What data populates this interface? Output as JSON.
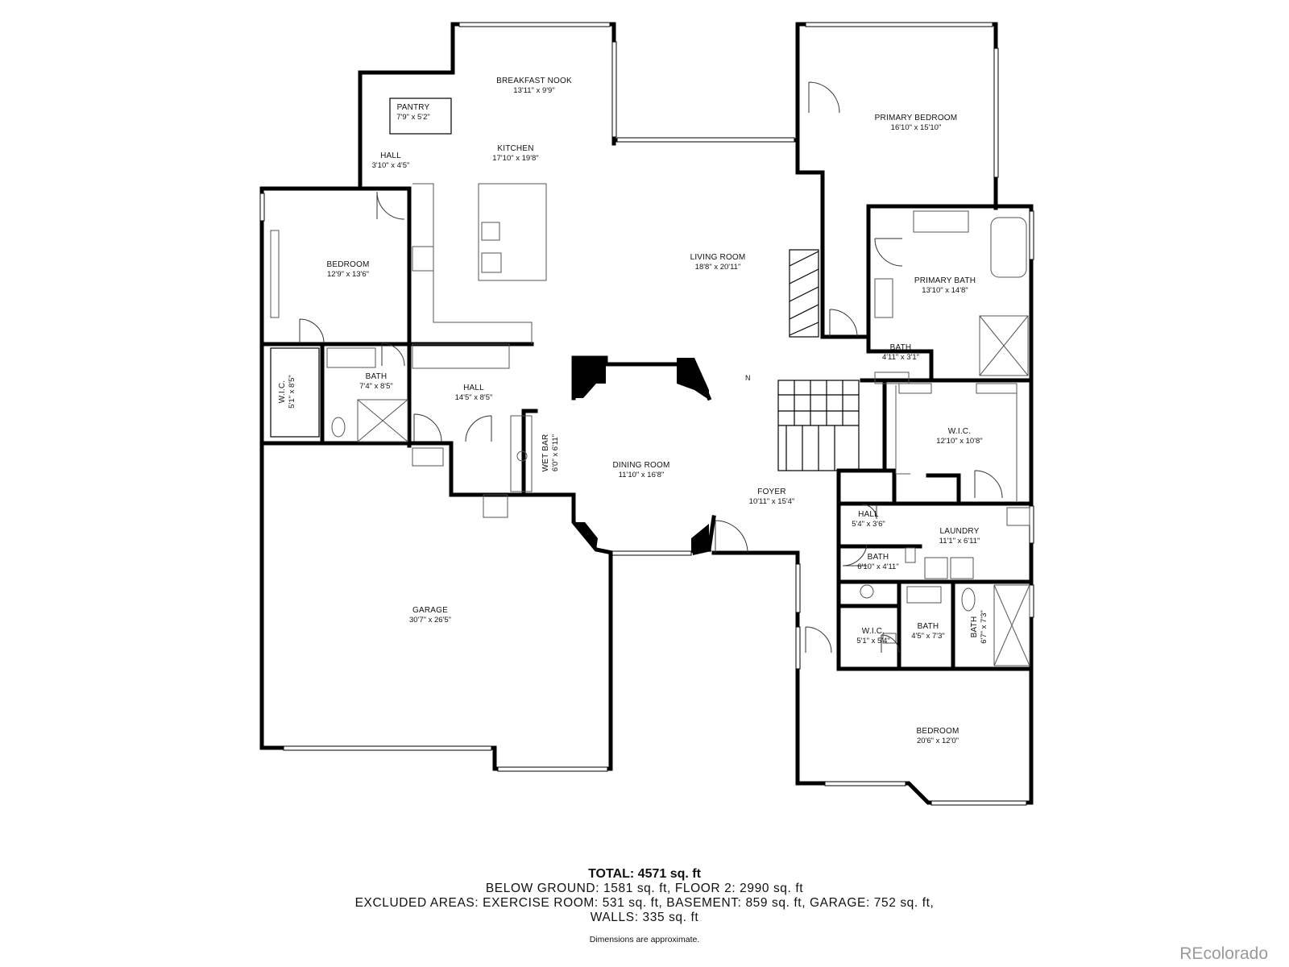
{
  "rooms": {
    "breakfast_nook": {
      "name": "BREAKFAST NOOK",
      "dims": "13'11\" x 9'9\""
    },
    "pantry": {
      "name": "PANTRY",
      "dims": "7'9\" x 5'2\""
    },
    "hall_upper": {
      "name": "HALL",
      "dims": "3'10\" x 4'5\""
    },
    "kitchen": {
      "name": "KITCHEN",
      "dims": "17'10\" x 19'8\""
    },
    "primary_bedroom": {
      "name": "PRIMARY BEDROOM",
      "dims": "16'10\" x 15'10\""
    },
    "bedroom_left": {
      "name": "BEDROOM",
      "dims": "12'9\" x 13'6\""
    },
    "living_room": {
      "name": "LIVING ROOM",
      "dims": "18'8\" x 20'11\""
    },
    "primary_bath": {
      "name": "PRIMARY BATH",
      "dims": "13'10\" x 14'8\""
    },
    "bath_small": {
      "name": "BATH",
      "dims": "4'11\" x 3'1\""
    },
    "wic_left": {
      "name": "W.I.C.",
      "dims": "5'1\" x 8'5\""
    },
    "bath_left": {
      "name": "BATH",
      "dims": "7'4\" x 8'5\""
    },
    "hall_mid": {
      "name": "HALL",
      "dims": "14'5\" x 8'5\""
    },
    "wic_primary": {
      "name": "W.I.C.",
      "dims": "12'10\" x 10'8\""
    },
    "wet_bar": {
      "name": "WET BAR",
      "dims": "6'0\" x 6'11\""
    },
    "dining_room": {
      "name": "DINING ROOM",
      "dims": "11'10\" x 16'8\""
    },
    "foyer": {
      "name": "FOYER",
      "dims": "10'11\" x 15'4\""
    },
    "hall_right": {
      "name": "HALL",
      "dims": "5'4\" x 3'6\""
    },
    "laundry": {
      "name": "LAUNDRY",
      "dims": "11'1\" x 6'11\""
    },
    "bath_right1": {
      "name": "BATH",
      "dims": "6'10\" x 4'11\""
    },
    "garage": {
      "name": "GARAGE",
      "dims": "30'7\" x 26'5\""
    },
    "wic_right": {
      "name": "W.I.C.",
      "dims": "5'1\" x 5'4\""
    },
    "bath_right2": {
      "name": "BATH",
      "dims": "4'5\" x 7'3\""
    },
    "bath_right3": {
      "name": "BATH",
      "dims": "6'7\" x 7'3\""
    },
    "bedroom_right": {
      "name": "BEDROOM",
      "dims": "20'6\" x 12'0\""
    }
  },
  "compass": "N",
  "summary": {
    "total": "TOTAL: 4571 sq. ft",
    "line1": "BELOW GROUND: 1581 sq. ft, FLOOR 2: 2990 sq. ft",
    "line2": "EXCLUDED AREAS: EXERCISE ROOM: 531 sq. ft, BASEMENT: 859 sq. ft, GARAGE: 752 sq. ft,",
    "line3": "WALLS: 335 sq. ft",
    "note": "Dimensions are approximate."
  },
  "watermark": "REcolorado"
}
